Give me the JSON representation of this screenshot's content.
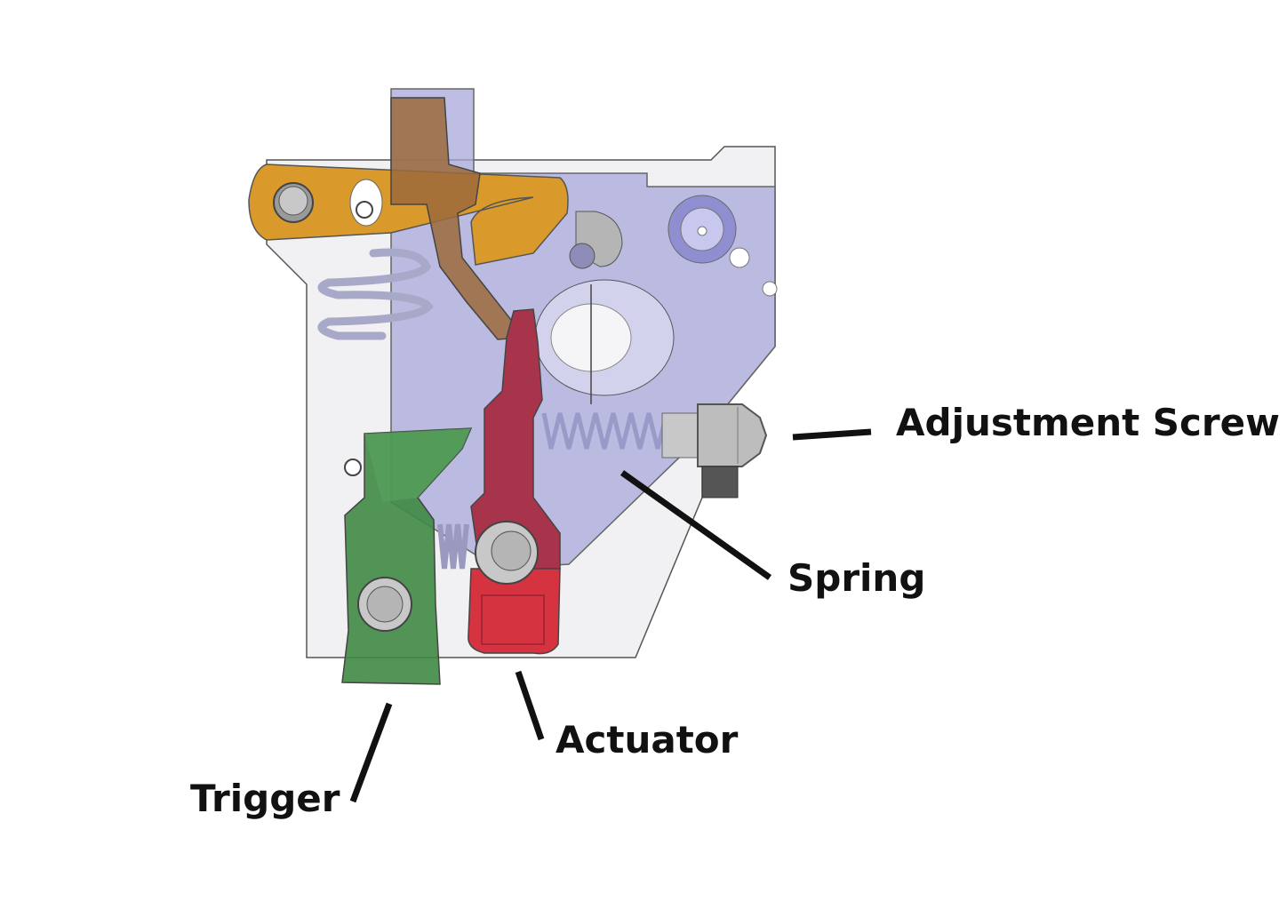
{
  "labels": {
    "adjustment_screw": "Adjustment Screw",
    "spring": "Spring",
    "actuator": "Actuator",
    "trigger": "Trigger"
  },
  "colors": {
    "housing": "#f1f1f3",
    "sear_plate": "#a8a8dc",
    "hammer": "#d99a2b",
    "disconnector": "#9c6a3c",
    "actuator_upper": "#a8344c",
    "actuator_lower": "#d63340",
    "trigger": "#3f8a44",
    "spring": "#a8a8c8",
    "screw": "#bdbdbd",
    "leader": "#111111"
  }
}
